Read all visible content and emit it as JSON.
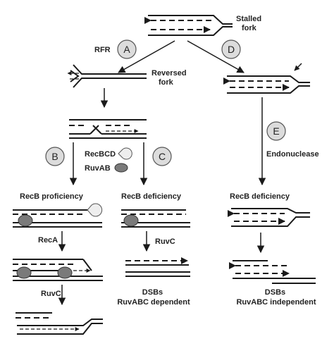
{
  "labels": {
    "stalled_fork": "Stalled\nfork",
    "rfr": "RFR",
    "reversed_fork": "Reversed\nfork",
    "recbcd": "RecBCD",
    "ruvab": "RuvAB",
    "recb_proficiency": "RecB proficiency",
    "recb_deficiency_c": "RecB deficiency",
    "recb_deficiency_e": "RecB deficiency",
    "reca": "RecA",
    "ruvc_b": "RuvC",
    "ruvc_c": "RuvC",
    "endonuclease": "Endonuclease",
    "dsbs_c": "DSBs\nRuvABC dependent",
    "dsbs_e": "DSBs\nRuvABC independent"
  },
  "pathways": [
    "A",
    "B",
    "C",
    "D",
    "E"
  ]
}
